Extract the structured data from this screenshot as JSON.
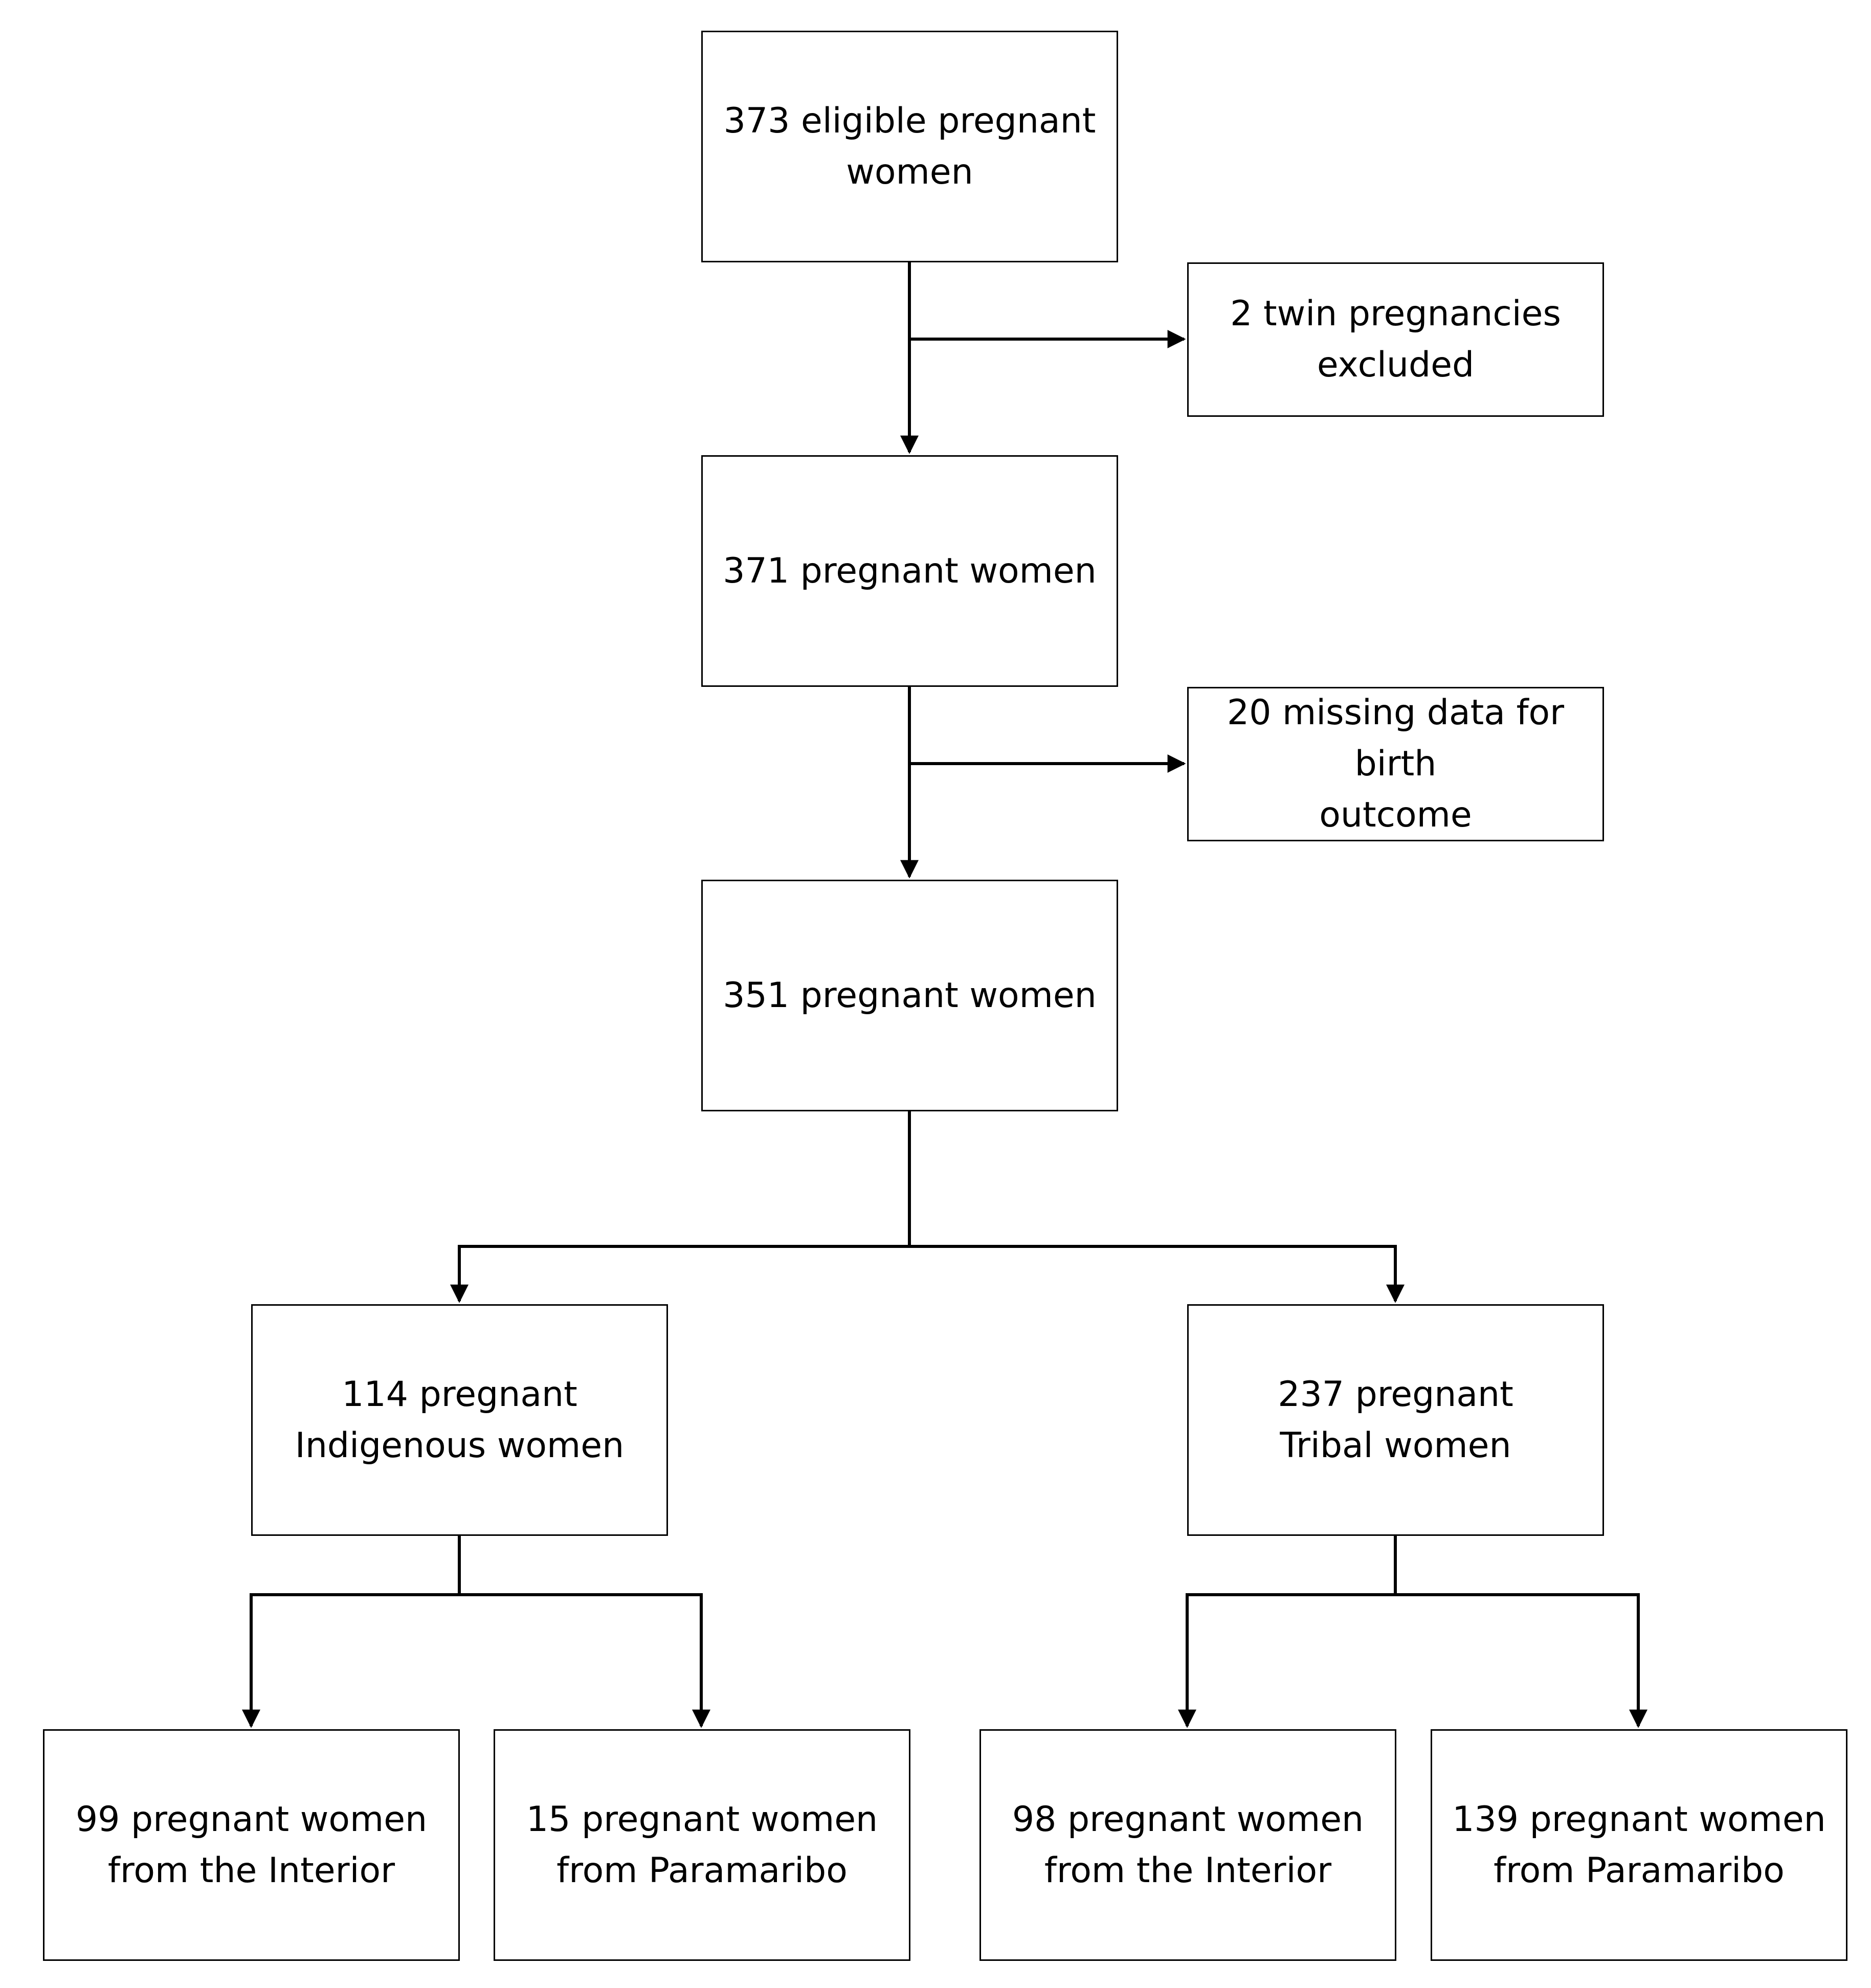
{
  "flowchart": {
    "nodes": {
      "eligible": "373 eligible pregnant\nwomen",
      "twin_excluded": "2 twin pregnancies\nexcluded",
      "after_twin": "371 pregnant women",
      "missing_outcome": "20 missing data for birth\noutcome",
      "analysed": "351 pregnant women",
      "indigenous": "114 pregnant\nIndigenous women",
      "tribal": "237 pregnant\nTribal women",
      "indigenous_interior": "99 pregnant women\nfrom the Interior",
      "indigenous_paramaribo": "15 pregnant women\nfrom Paramaribo",
      "tribal_interior": "98 pregnant women\nfrom the Interior",
      "tribal_paramaribo": "139 pregnant women\nfrom Paramaribo"
    },
    "colors": {
      "stroke": "#000000",
      "fill": "#ffffff",
      "text": "#000000"
    }
  }
}
